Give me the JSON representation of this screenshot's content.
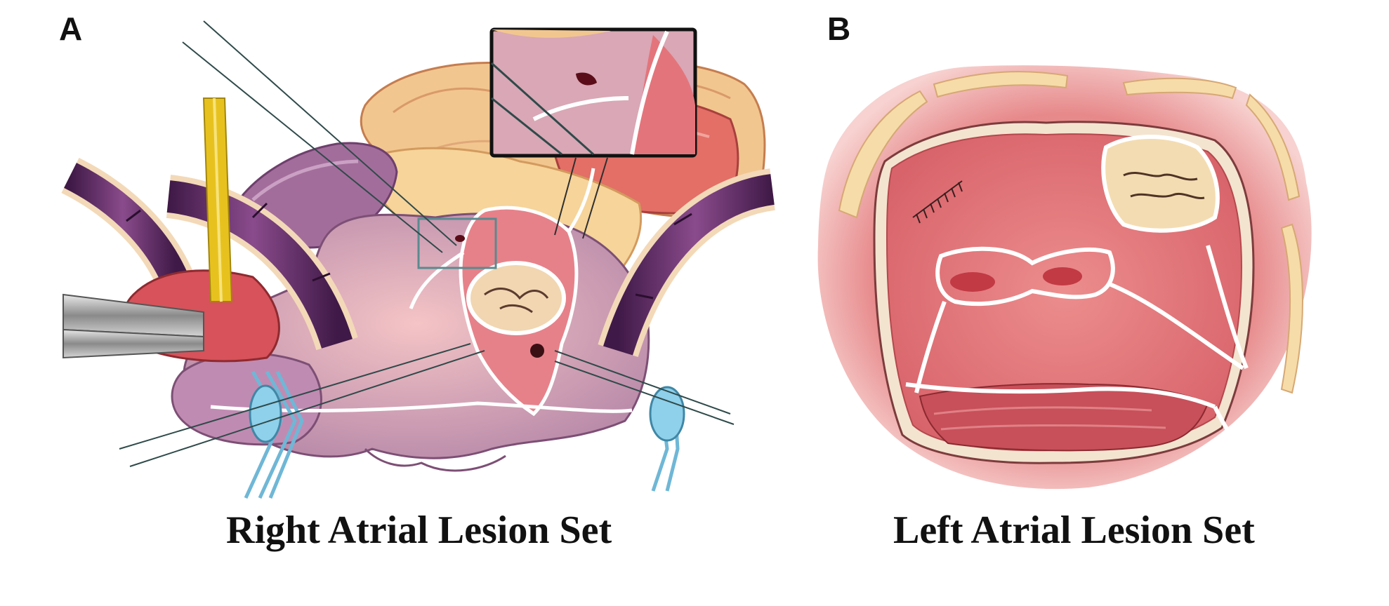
{
  "figure": {
    "panels": [
      {
        "letter": "A",
        "caption": "Right Atrial Lesion Set"
      },
      {
        "letter": "B",
        "caption": "Left Atrial Lesion Set"
      }
    ]
  },
  "colors": {
    "tissue_pink": "#e98a8e",
    "tissue_light": "#f7b9b5",
    "fat_yellow": "#f6d49a",
    "purple_tissue": "#a8739d",
    "cannula_purple": "#6a2f6e",
    "lesion_white": "#ffffff",
    "tourniquet_blue": "#6fb7d6",
    "tape_yellow": "#e7c21f",
    "text": "#111111"
  }
}
